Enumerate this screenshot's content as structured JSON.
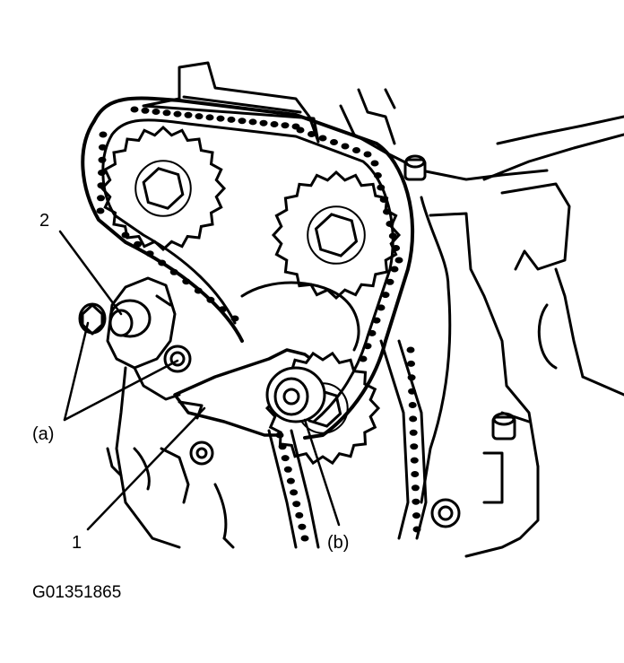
{
  "labels": {
    "callout_2": "2",
    "callout_a": "(a)",
    "callout_1": "1",
    "callout_b": "(b)"
  },
  "figure_code": "G01351865",
  "colors": {
    "ink": "#000000",
    "paper": "#ffffff"
  }
}
